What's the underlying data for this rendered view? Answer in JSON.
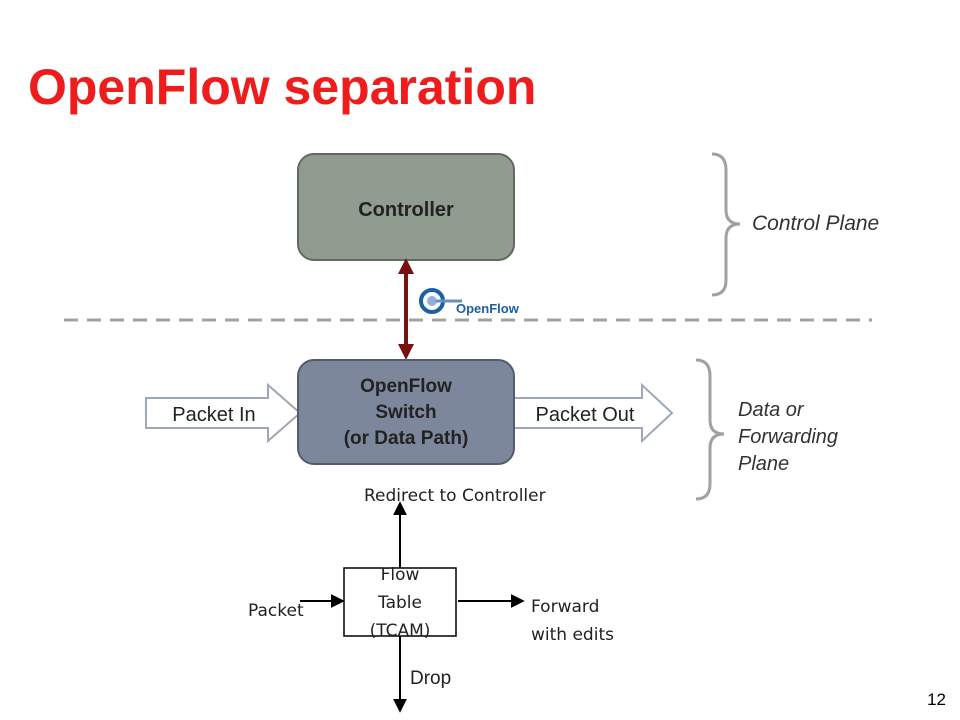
{
  "title": "OpenFlow separation",
  "controller": {
    "label": "Controller",
    "fill": "#8f9c8f"
  },
  "openflow_logo": {
    "text": "OpenFlow",
    "icon": "openflow-logo-icon",
    "color": "#1d5fa6"
  },
  "switch": {
    "line1": "OpenFlow",
    "line2": "Switch",
    "line3": "(or Data Path)",
    "fill": "#7c879c"
  },
  "packet_in": "Packet In",
  "packet_out": "Packet Out",
  "planes": {
    "control": "Control Plane",
    "data_line1": "Data or",
    "data_line2": "Forwarding",
    "data_line3": "Plane"
  },
  "flow_table": {
    "line1": "Flow",
    "line2": "Table",
    "line3": "(TCAM)",
    "input": "Packet",
    "redirect": "Redirect to Controller",
    "forward_line1": "Forward",
    "forward_line2": "with edits",
    "drop": "Drop"
  },
  "arrow_color": "#7a1010",
  "page_number": "12"
}
